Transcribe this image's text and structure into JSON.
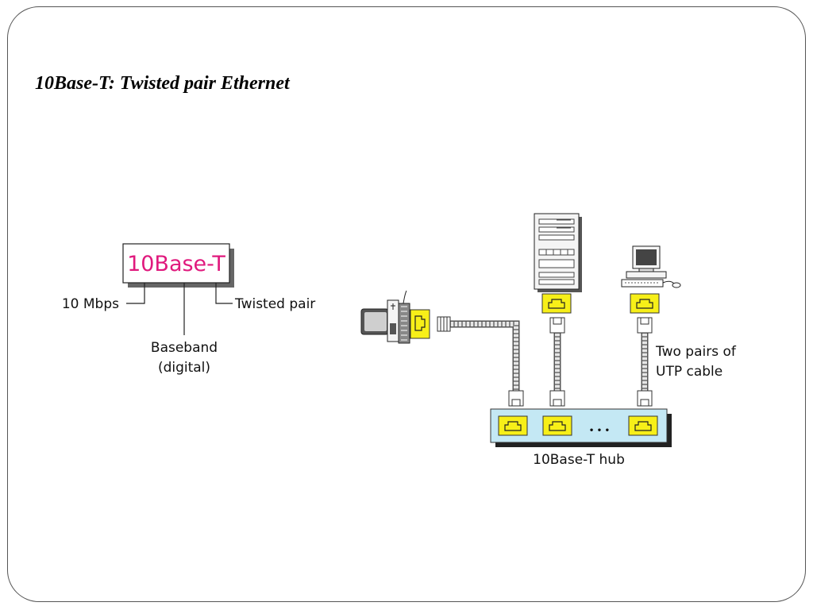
{
  "slide": {
    "title": "10Base-T: Twisted pair Ethernet"
  },
  "naming": {
    "code": "10Base-T",
    "code_color": "#e0197d",
    "rate_label": "10 Mbps",
    "signal_label_1": "Baseband",
    "signal_label_2": "(digital)",
    "medium_label": "Twisted pair"
  },
  "network": {
    "cable_label_1": "Two pairs of",
    "cable_label_2": "UTP cable",
    "hub_label": "10Base-T hub",
    "hub_ellipsis": "• • •",
    "hub_color": "#c4e8f4",
    "port_color": "#f7ef18"
  }
}
